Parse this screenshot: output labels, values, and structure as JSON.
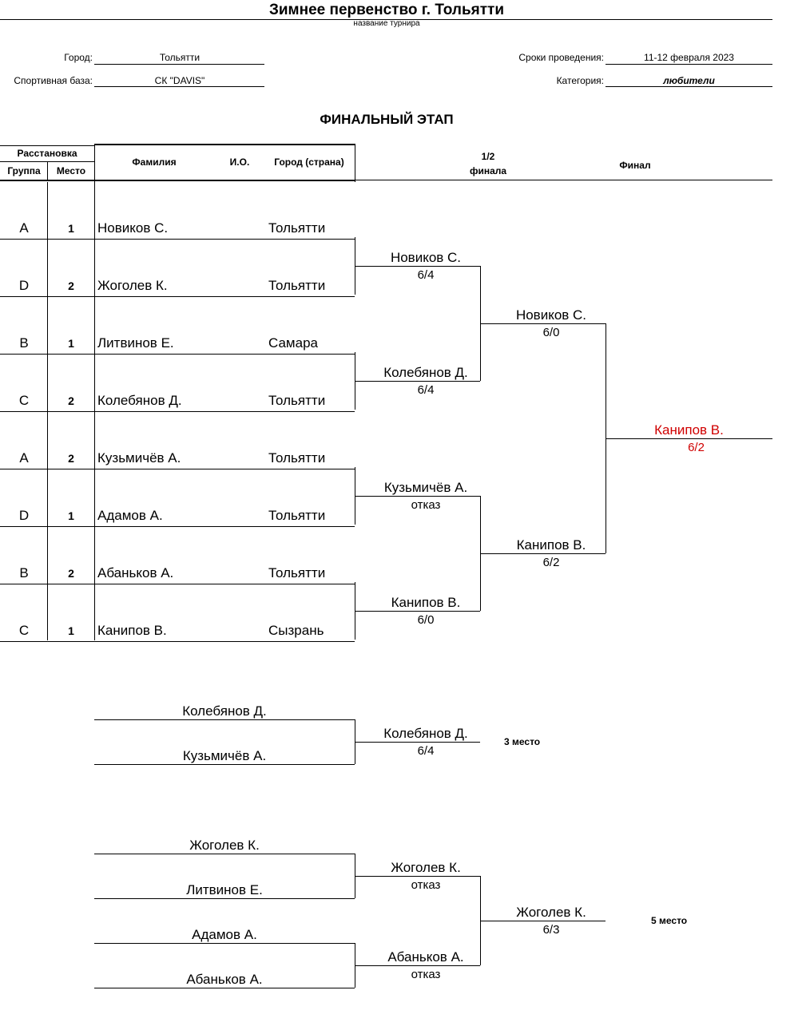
{
  "header": {
    "title": "Зимнее первенство г. Тольятти",
    "subtitle": "название турнира",
    "city_label": "Город:",
    "city_value": "Тольятти",
    "base_label": "Спортивная база:",
    "base_value": "СК \"DAVIS\"",
    "dates_label": "Сроки проведения:",
    "dates_value": "11-12 февраля 2023",
    "category_label": "Категория:",
    "category_value": "любители"
  },
  "stage_title": "ФИНАЛЬНЫЙ ЭТАП",
  "columns": {
    "placement": "Расстановка",
    "group": "Группа",
    "place": "Место",
    "surname": "Фамилия",
    "initials": "И.О.",
    "city": "Город (страна)",
    "semi_line1": "1/2",
    "semi_line2": "финала",
    "final": "Финал"
  },
  "players": [
    {
      "group": "A",
      "place": "1",
      "name": "Новиков С.",
      "city": "Тольятти"
    },
    {
      "group": "D",
      "place": "2",
      "name": "Жоголев К.",
      "city": "Тольятти"
    },
    {
      "group": "B",
      "place": "1",
      "name": "Литвинов Е.",
      "city": "Самара"
    },
    {
      "group": "C",
      "place": "2",
      "name": "Колебянов Д.",
      "city": "Тольятти"
    },
    {
      "group": "A",
      "place": "2",
      "name": "Кузьмичёв А.",
      "city": "Тольятти"
    },
    {
      "group": "D",
      "place": "1",
      "name": "Адамов А.",
      "city": "Тольятти"
    },
    {
      "group": "B",
      "place": "2",
      "name": "Абаньков А.",
      "city": "Тольятти"
    },
    {
      "group": "C",
      "place": "1",
      "name": "Канипов В.",
      "city": "Сызрань"
    }
  ],
  "quarter": [
    {
      "name": "Новиков С.",
      "score": "6/4"
    },
    {
      "name": "Колебянов Д.",
      "score": "6/4"
    },
    {
      "name": "Кузьмичёв А.",
      "score": "отказ"
    },
    {
      "name": "Канипов В.",
      "score": "6/0"
    }
  ],
  "semi": [
    {
      "name": "Новиков С.",
      "score": "6/0"
    },
    {
      "name": "Канипов В.",
      "score": "6/2"
    }
  ],
  "final": {
    "name": "Канипов В.",
    "score": "6/2"
  },
  "third_place": {
    "p1": "Колебянов Д.",
    "p2": "Кузьмичёв А.",
    "winner": "Колебянов Д.",
    "score": "6/4",
    "label": "3 место"
  },
  "fifth_place": {
    "p1": "Жоголев К.",
    "p2": "Литвинов Е.",
    "p3": "Адамов А.",
    "p4": "Абаньков А.",
    "r1_winner": "Жоголев К.",
    "r1_score": "отказ",
    "r2_winner": "Абаньков А.",
    "r2_score": "отказ",
    "winner": "Жоголев К.",
    "score": "6/3",
    "label": "5 место"
  }
}
